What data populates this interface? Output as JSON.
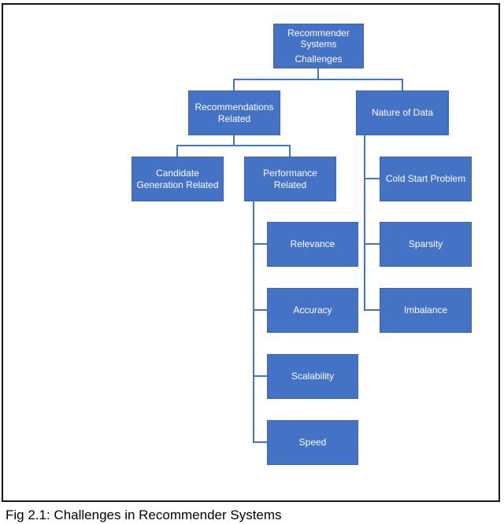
{
  "figure": {
    "caption": "Fig 2.1: Challenges in Recommender Systems"
  },
  "colors": {
    "node_fill": "#4472C4",
    "node_border": "#3A63B0",
    "connector": "#4472C4",
    "node_text": "#FFFFFF",
    "frame_border": "#16161E",
    "caption_text": "#000000",
    "background": "#FFFFFF"
  },
  "diagram": {
    "type": "hierarchy-org-chart",
    "title_node": {
      "line1": "Recommender Systems",
      "line2": "Challenges"
    },
    "nodes": {
      "recommendations_related": "Recommendations Related",
      "nature_of_data": "Nature of Data",
      "candidate_generation_related": "Candidate Generation Related",
      "performance_related": "Performance Related",
      "relevance": "Relevance",
      "accuracy": "Accuracy",
      "scalability": "Scalability",
      "speed": "Speed",
      "cold_start_problem": "Cold Start Problem",
      "sparsity": "Sparsity",
      "imbalance": "Imbalance"
    },
    "edges": [
      [
        "Recommender Systems Challenges",
        "Recommendations Related"
      ],
      [
        "Recommender Systems Challenges",
        "Nature of Data"
      ],
      [
        "Recommendations Related",
        "Candidate Generation Related"
      ],
      [
        "Recommendations Related",
        "Performance Related"
      ],
      [
        "Performance Related",
        "Relevance"
      ],
      [
        "Performance Related",
        "Accuracy"
      ],
      [
        "Performance Related",
        "Scalability"
      ],
      [
        "Performance Related",
        "Speed"
      ],
      [
        "Nature of Data",
        "Cold Start Problem"
      ],
      [
        "Nature of Data",
        "Sparsity"
      ],
      [
        "Nature of Data",
        "Imbalance"
      ]
    ]
  }
}
